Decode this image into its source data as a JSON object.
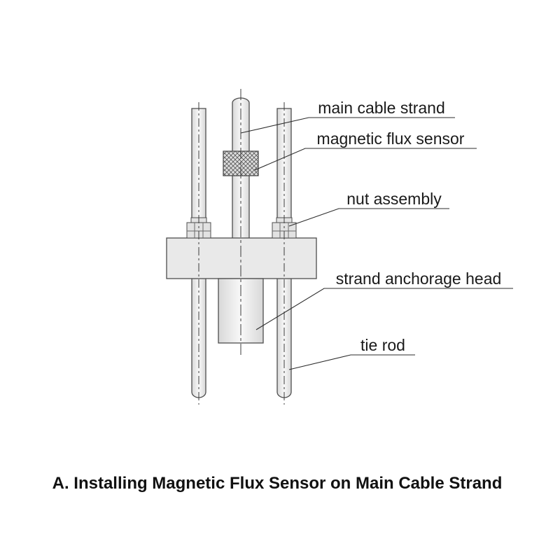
{
  "diagram": {
    "labels": {
      "main_cable_strand": "main cable strand",
      "magnetic_flux_sensor": "magnetic flux sensor",
      "nut_assembly": "nut assembly",
      "strand_anchorage_head": "strand anchorage head",
      "tie_rod": "tie rod"
    },
    "caption": "A. Installing Magnetic Flux Sensor on Main Cable Strand",
    "colors": {
      "background": "#ffffff",
      "part_fill": "#e9e9e9",
      "cylinder_edge": "#d8d8d8",
      "cylinder_highlight": "#f8f8f8",
      "outline": "#4d4d4d",
      "line": "#2b2b2b",
      "text": "#1a1a1a"
    }
  }
}
